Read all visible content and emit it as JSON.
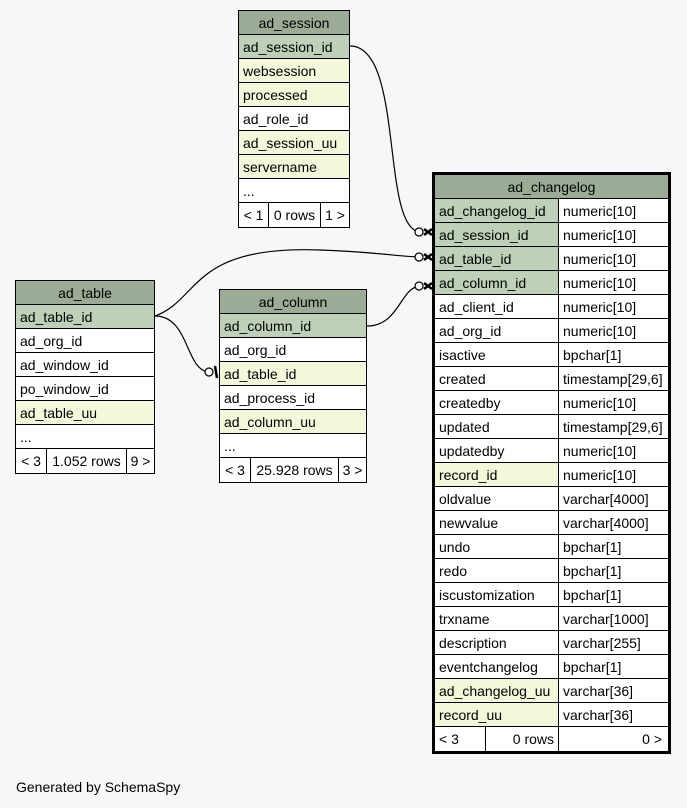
{
  "caption": "Generated by SchemaSpy",
  "ad_session": {
    "title": "ad_session",
    "columns": [
      "ad_session_id",
      "websession",
      "processed",
      "ad_role_id",
      "ad_session_uu",
      "servername",
      "..."
    ],
    "footer": [
      "< 1",
      "0 rows",
      "1 >"
    ]
  },
  "ad_table": {
    "title": "ad_table",
    "columns": [
      "ad_table_id",
      "ad_org_id",
      "ad_window_id",
      "po_window_id",
      "ad_table_uu",
      "..."
    ],
    "footer": [
      "< 3",
      "1.052 rows",
      "9 >"
    ]
  },
  "ad_column": {
    "title": "ad_column",
    "columns": [
      "ad_column_id",
      "ad_org_id",
      "ad_table_id",
      "ad_process_id",
      "ad_column_uu",
      "..."
    ],
    "footer": [
      "< 3",
      "25.928 rows",
      "3 >"
    ]
  },
  "ad_changelog": {
    "title": "ad_changelog",
    "columns": [
      {
        "name": "ad_changelog_id",
        "type": "numeric[10]"
      },
      {
        "name": "ad_session_id",
        "type": "numeric[10]"
      },
      {
        "name": "ad_table_id",
        "type": "numeric[10]"
      },
      {
        "name": "ad_column_id",
        "type": "numeric[10]"
      },
      {
        "name": "ad_client_id",
        "type": "numeric[10]"
      },
      {
        "name": "ad_org_id",
        "type": "numeric[10]"
      },
      {
        "name": "isactive",
        "type": "bpchar[1]"
      },
      {
        "name": "created",
        "type": "timestamp[29,6]"
      },
      {
        "name": "createdby",
        "type": "numeric[10]"
      },
      {
        "name": "updated",
        "type": "timestamp[29,6]"
      },
      {
        "name": "updatedby",
        "type": "numeric[10]"
      },
      {
        "name": "record_id",
        "type": "numeric[10]"
      },
      {
        "name": "oldvalue",
        "type": "varchar[4000]"
      },
      {
        "name": "newvalue",
        "type": "varchar[4000]"
      },
      {
        "name": "undo",
        "type": "bpchar[1]"
      },
      {
        "name": "redo",
        "type": "bpchar[1]"
      },
      {
        "name": "iscustomization",
        "type": "bpchar[1]"
      },
      {
        "name": "trxname",
        "type": "varchar[1000]"
      },
      {
        "name": "description",
        "type": "varchar[255]"
      },
      {
        "name": "eventchangelog",
        "type": "bpchar[1]"
      },
      {
        "name": "ad_changelog_uu",
        "type": "varchar[36]"
      },
      {
        "name": "record_uu",
        "type": "varchar[36]"
      }
    ],
    "footer": [
      "< 3",
      "0 rows",
      "0 >"
    ]
  }
}
